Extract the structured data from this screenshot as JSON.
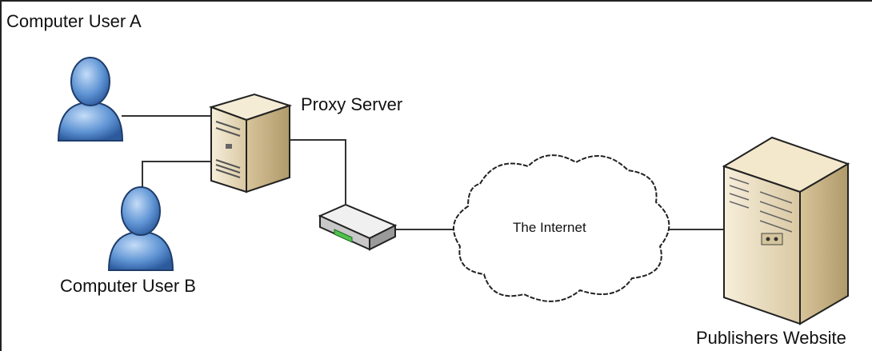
{
  "labels": {
    "user_a": "Computer User A",
    "proxy": "Proxy Server",
    "user_b": "Computer User B",
    "internet": "The Internet",
    "publisher": "Publishers Website"
  },
  "icons": {
    "user_a": "user-icon",
    "user_b": "user-icon",
    "proxy": "server-tower-icon",
    "router": "router-icon",
    "internet": "cloud-icon",
    "publisher": "server-cabinet-icon"
  },
  "colors": {
    "user": "#5a8fd0",
    "server": "#e8dcc0",
    "line": "#333333"
  }
}
